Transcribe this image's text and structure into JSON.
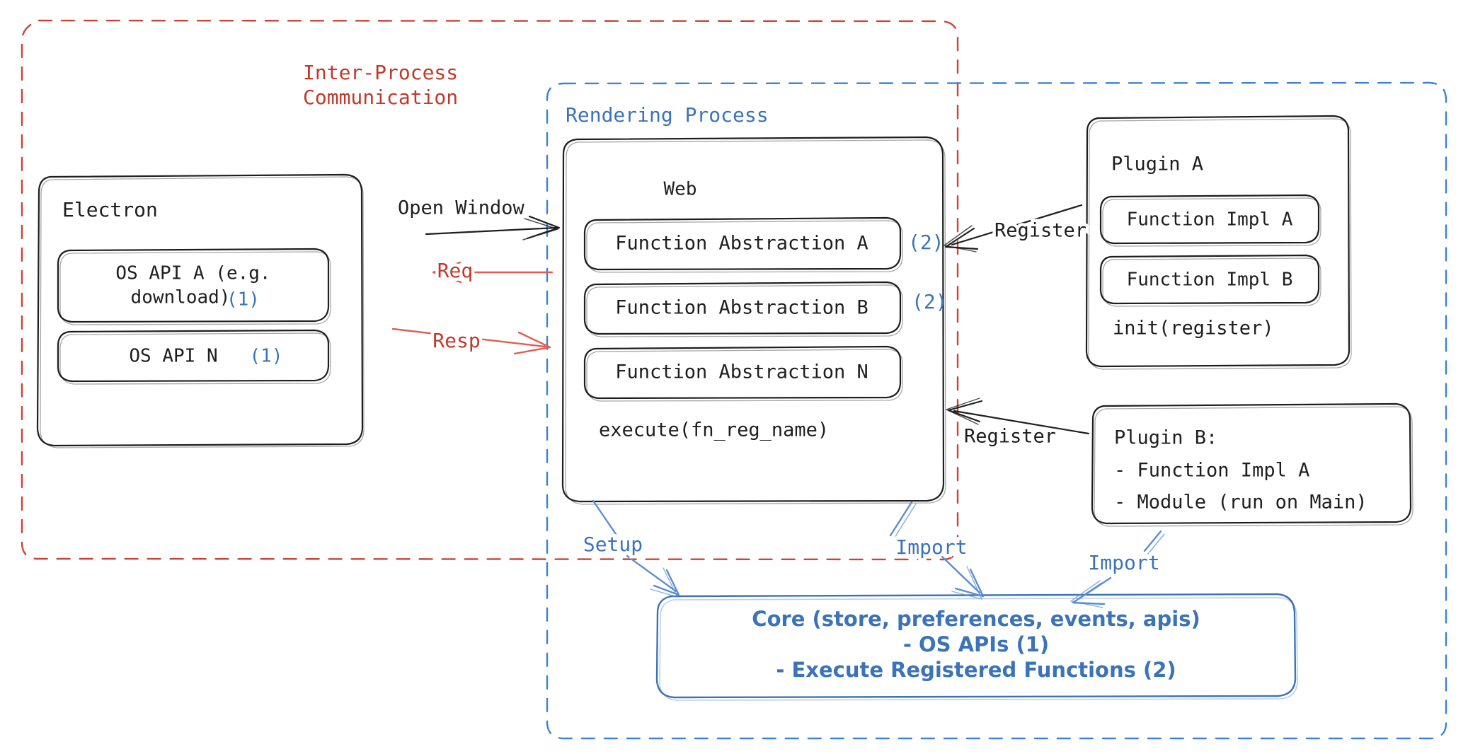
{
  "zones": {
    "ipc": {
      "label": "Inter-Process\nCommunication",
      "label_line1": "Inter-Process",
      "label_line2": "Communication",
      "color": "#c0392b"
    },
    "rendering": {
      "label": "Rendering Process",
      "color": "#3b73b9"
    }
  },
  "electron": {
    "title": "Electron",
    "apis": [
      {
        "line1": "OS API A (e.g.",
        "line2": "download)",
        "marker": "(1)"
      },
      {
        "line1": "OS API N",
        "line2": "",
        "marker": "(1)"
      }
    ]
  },
  "web": {
    "title": "Web",
    "abstractions": [
      {
        "label": "Function Abstraction A",
        "marker": "(2)"
      },
      {
        "label": "Function Abstraction B",
        "marker": "(2)"
      },
      {
        "label": "Function Abstraction N",
        "marker": ""
      }
    ],
    "footer": "execute(fn_reg_name)"
  },
  "plugin_a": {
    "title": "Plugin A",
    "items": [
      "Function Impl A",
      "Function Impl B"
    ],
    "footer": "init(register)"
  },
  "plugin_b": {
    "title": "Plugin B:",
    "items": [
      "- Function Impl A",
      "- Module (run on Main)"
    ]
  },
  "core": {
    "line1": "Core (store, preferences, events, apis)",
    "line2": "- OS APIs (1)",
    "line3": "- Execute Registered Functions (2)",
    "color": "#3b73b9"
  },
  "edges": {
    "open_window": "Open Window",
    "req": "Req",
    "resp": "Resp",
    "register_a": "Register",
    "register_b": "Register",
    "setup": "Setup",
    "import_web": "Import",
    "import_plugin_b": "Import"
  },
  "colors": {
    "red": "#c0392b",
    "red_line": "#e05c54",
    "blue": "#3b73b9",
    "blue_line": "#5b8dd1",
    "dark": "#1e1e1e"
  }
}
